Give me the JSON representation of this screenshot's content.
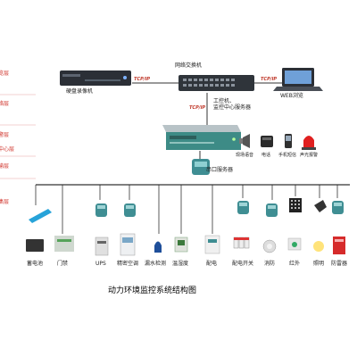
{
  "diagram": {
    "caption": "动力环境监控系统结构图",
    "nodes": {
      "switch": "网络交换机",
      "dvr": "硬盘录像机",
      "web": "WEB浏览",
      "server": "工控机、\n监控中心服务器",
      "serial": "串口服务器"
    },
    "links": {
      "tcp_left": "TCP/IP",
      "tcp_right": "TCP/IP",
      "tcp_down": "TCP/IP"
    },
    "alarms": [
      "现场语音",
      "电话",
      "手机短信",
      "声光报警"
    ],
    "sensors": [
      "蓄电池",
      "门禁",
      "UPS",
      "精密空调",
      "漏水检测",
      "温湿度",
      "配电",
      "配电开关",
      "消防",
      "红外",
      "照明",
      "防雷器"
    ],
    "side_labels": [
      "浏览层",
      "网络层",
      "报警层",
      "监控中心层",
      "传输层",
      "采集层"
    ],
    "colors": {
      "accent_red": "#d0342c",
      "line": "#333333",
      "device_dark": "#2b2f36",
      "device_teal": "#4a8a87"
    }
  }
}
